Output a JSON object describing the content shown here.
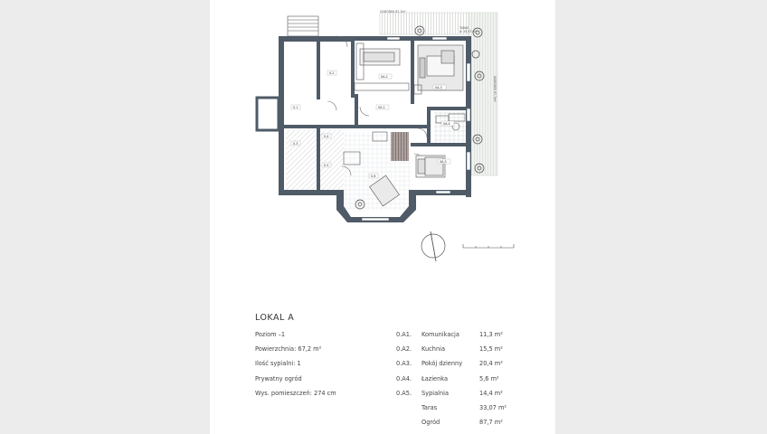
{
  "unit": {
    "title": "LOKAL A",
    "details": [
      "Poziom –1",
      "Powierzchnia: 67,2 m²",
      "Ilość sypialni: 1",
      "Prywatny ogród",
      "Wys. pomieszczeń: 274 cm"
    ]
  },
  "rooms": [
    {
      "code": "0.A1.",
      "name": "Komunikacja",
      "area": "11,3 m²"
    },
    {
      "code": "0.A2.",
      "name": "Kuchnia",
      "area": "15,5 m²"
    },
    {
      "code": "0.A3.",
      "name": "Pokój dzienny",
      "area": "20,4 m²"
    },
    {
      "code": "0.A4.",
      "name": "Łazienka",
      "area": "5,6 m²"
    },
    {
      "code": "0.A5.",
      "name": "Sypialnia",
      "area": "14,4 m²"
    },
    {
      "code": "",
      "name": "Taras",
      "area": "33,07 m²"
    },
    {
      "code": "",
      "name": "Ogród",
      "area": "87,7 m²"
    }
  ],
  "plan_labels": {
    "garden_top": "OGRÓDEK 87,7m²",
    "terrace": "TARAS",
    "terrace_area": "A: 33,07 m²",
    "garden_side": "OGRÓDEK 87,7m²",
    "a2": "0A.2",
    "a3": "0A.3",
    "a1": "0A.1",
    "a4": "0A.4",
    "a5": "0A.5",
    "s1": "0.1",
    "s2": "0.2",
    "s3": "0.3",
    "s4": "0.4",
    "s5": "0.5",
    "s6": "0.6"
  },
  "colors": {
    "wall": "#4f5b67",
    "hatch": "#9aa0a6",
    "terrace": "#d9ddd6",
    "floor_wood": "#6b5a55"
  }
}
